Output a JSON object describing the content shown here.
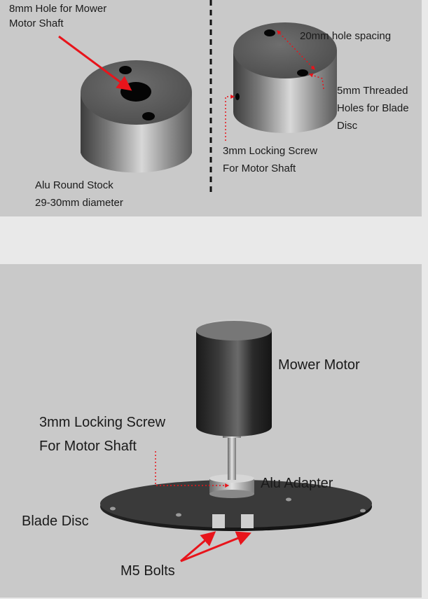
{
  "top_panel": {
    "labels": {
      "hole_mower_shaft": [
        "8mm Hole for Mower",
        "Motor Shaft"
      ],
      "round_stock": [
        "Alu Round Stock",
        "29-30mm diameter"
      ],
      "hole_spacing": "20mm hole spacing",
      "threaded_holes": [
        "5mm Threaded",
        "Holes for Blade",
        "Disc"
      ],
      "locking_screw": [
        "3mm Locking Screw",
        "For Motor Shaft"
      ]
    }
  },
  "bottom_panel": {
    "labels": {
      "mower_motor": "Mower Motor",
      "locking_screw": [
        "3mm Locking Screw",
        "For Motor Shaft"
      ],
      "alu_adapter": "Alu Adapter",
      "blade_disc": "Blade Disc",
      "m5_bolts": "M5 Bolts"
    }
  },
  "colors": {
    "panel_bg": "#c9c9c9",
    "page_bg": "#e9e9e9",
    "arrow": "#e8141b",
    "metal_dark": "#4a4a4a",
    "metal_light": "#bdbdbd"
  }
}
